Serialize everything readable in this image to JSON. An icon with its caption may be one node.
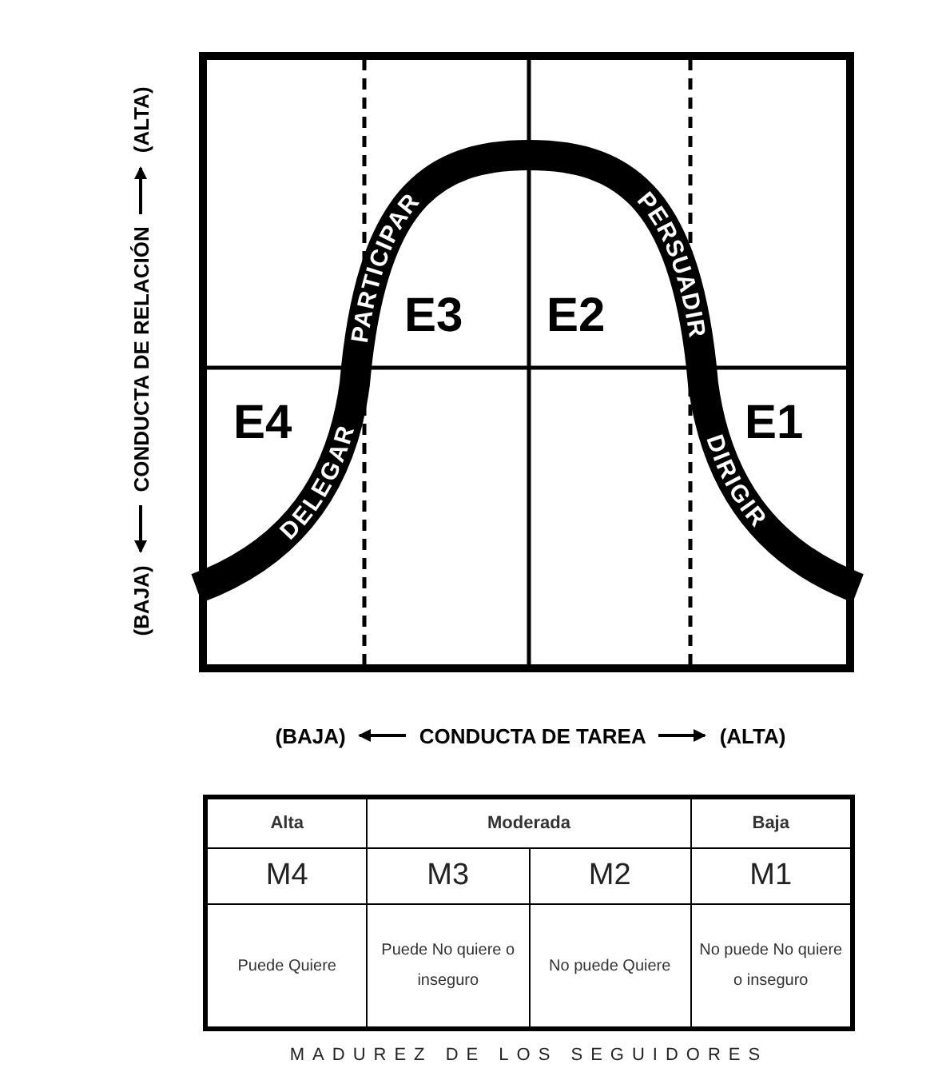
{
  "diagram": {
    "caption": "MADUREZ DE LOS SEGUIDORES",
    "labels": [
      "(BAJA)",
      "CONDUCTA DE RELACIÓN",
      "(ALTA)",
      "PARTICIPAR",
      "PERSUADIR",
      "E3",
      "E2",
      "E4",
      "E1",
      "DELEGAR",
      "DIRIGIR",
      "(BAJA)",
      "CONDUCTA DE TAREA",
      "(ALTA)",
      "Alta",
      "Moderada",
      "Baja",
      "M4",
      "M3",
      "M2",
      "M1",
      "Puede Quiere",
      "Puede No quiere o inseguro",
      "No puede Quiere",
      "No puede No quiere o inseguro"
    ]
  }
}
